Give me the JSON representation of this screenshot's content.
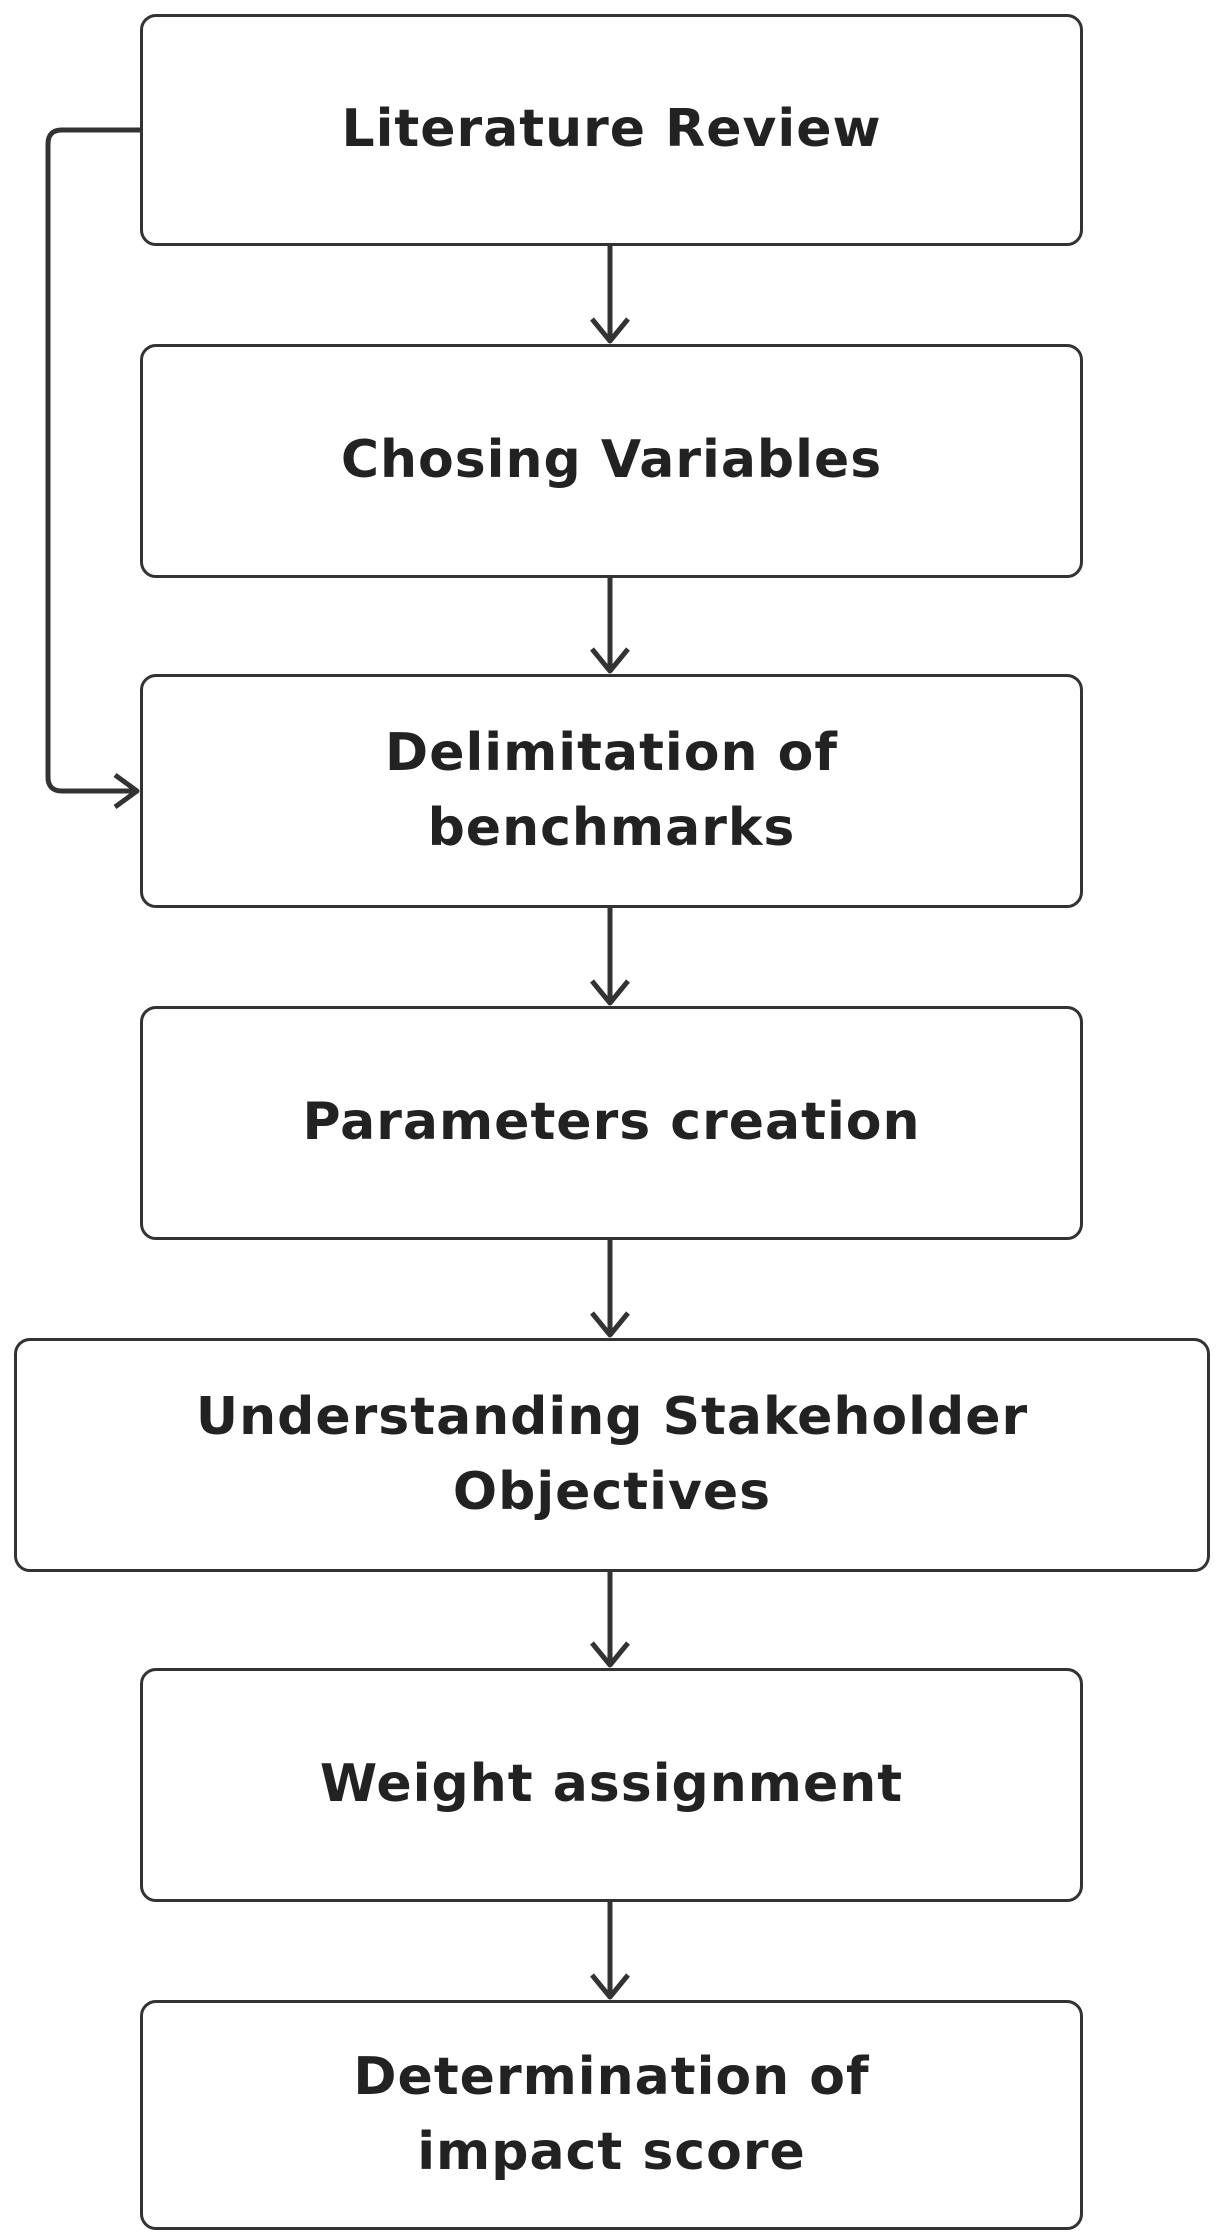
{
  "steps": [
    {
      "id": "literature-review",
      "lines": [
        "Literature Review"
      ]
    },
    {
      "id": "chosing-variables",
      "lines": [
        "Chosing Variables"
      ]
    },
    {
      "id": "delimitation-of-benchmarks",
      "lines": [
        "Delimitation of",
        "benchmarks"
      ]
    },
    {
      "id": "parameters-creation",
      "lines": [
        "Parameters creation"
      ]
    },
    {
      "id": "understanding-stakeholder-objectives",
      "lines": [
        "Understanding Stakeholder",
        "Objectives"
      ]
    },
    {
      "id": "weight-assignment",
      "lines": [
        "Weight assignment"
      ]
    },
    {
      "id": "determination-of-impact-score",
      "lines": [
        "Determination of",
        "impact score"
      ]
    }
  ],
  "connectors": [
    {
      "from": "literature-review",
      "to": "chosing-variables"
    },
    {
      "from": "chosing-variables",
      "to": "delimitation-of-benchmarks"
    },
    {
      "from": "delimitation-of-benchmarks",
      "to": "parameters-creation"
    },
    {
      "from": "parameters-creation",
      "to": "understanding-stakeholder-objectives"
    },
    {
      "from": "understanding-stakeholder-objectives",
      "to": "weight-assignment"
    },
    {
      "from": "weight-assignment",
      "to": "determination-of-impact-score"
    },
    {
      "from": "literature-review",
      "to": "delimitation-of-benchmarks",
      "route": "left-bypass"
    }
  ],
  "colors": {
    "stroke": "#333333",
    "text": "#222222",
    "background": "#ffffff"
  }
}
